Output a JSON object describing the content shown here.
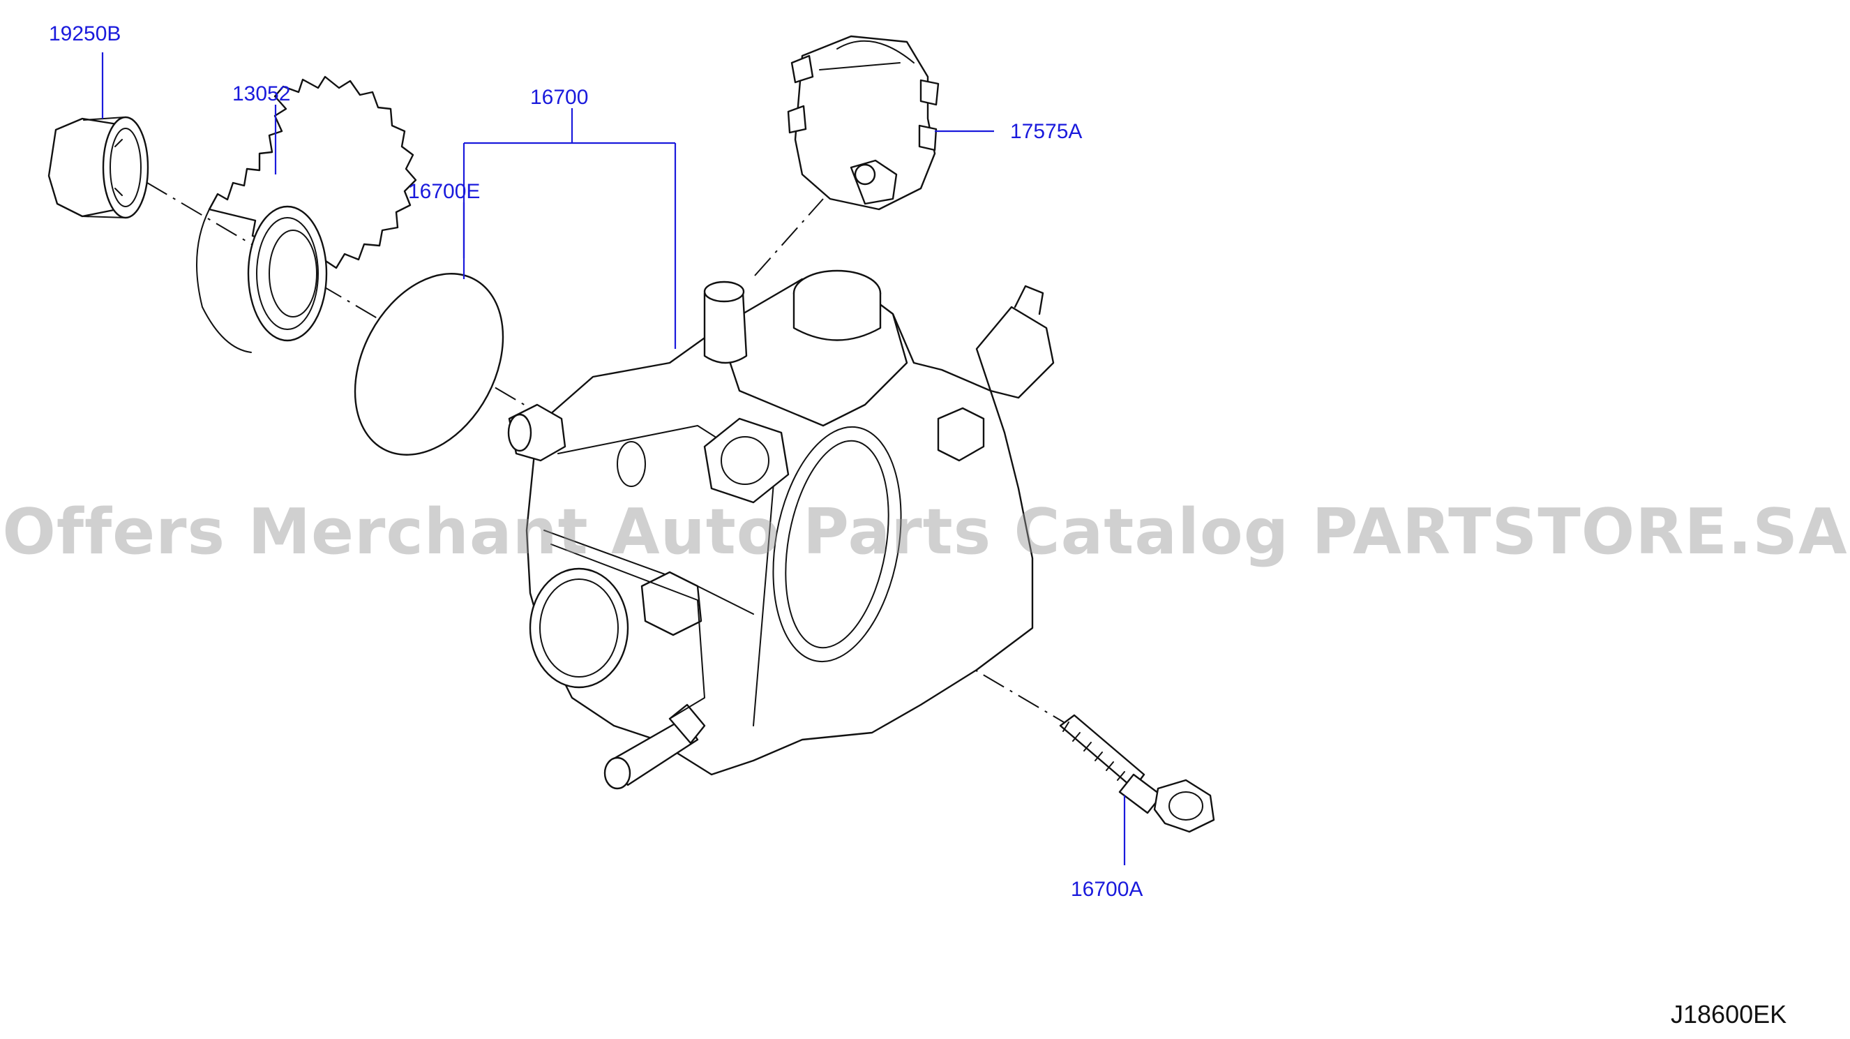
{
  "diagram": {
    "callouts": {
      "nut": "19250B",
      "gear": "13052",
      "pump_assembly": "16700",
      "o_ring": "16700E",
      "connector": "17575A",
      "bolt": "16700A"
    },
    "diagram_code": "J18600EK",
    "watermark": "Offers Merchant Auto Parts Catalog PARTSTORE.SA",
    "colors": {
      "callout": "#1a1adc",
      "linework": "#111111",
      "watermark": "#969696",
      "background": "#ffffff"
    }
  }
}
